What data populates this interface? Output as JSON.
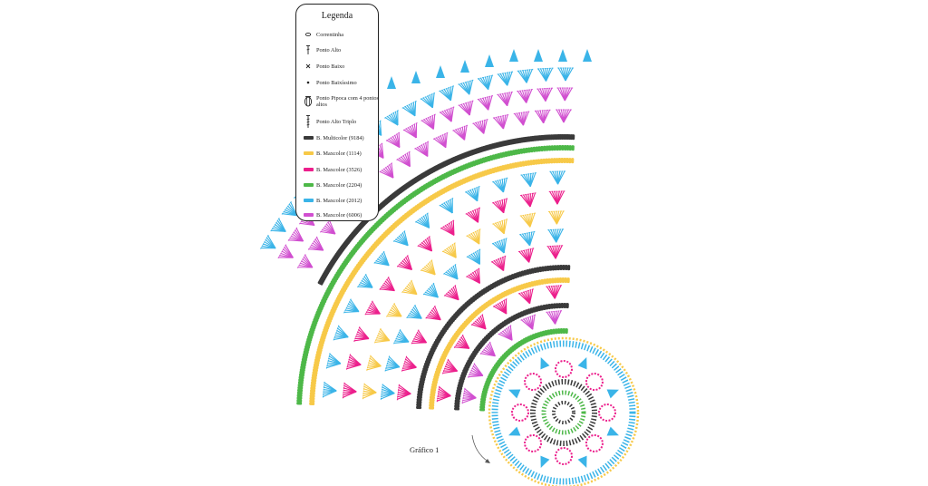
{
  "legend": {
    "title": "Legenda",
    "items": [
      {
        "label": "Correntinha",
        "icon": "chain-stitch-icon"
      },
      {
        "label": "Ponto Alto",
        "icon": "double-crochet-icon"
      },
      {
        "label": "Ponto Baixo",
        "icon": "single-crochet-icon"
      },
      {
        "label": "Ponto Baixíssimo",
        "icon": "slip-stitch-icon"
      },
      {
        "label": "Ponto Pipoca com 4 pontos altos",
        "icon": "popcorn-stitch-icon"
      },
      {
        "label": "Ponto Alto Triplo",
        "icon": "treble-crochet-icon"
      },
      {
        "label": "B. Multicolor (9184)",
        "color": "#3a3a3a"
      },
      {
        "label": "B. Maxcolor (1114)",
        "color": "#f7c948"
      },
      {
        "label": "B. Maxcolor (3526)",
        "color": "#ec1f8c"
      },
      {
        "label": "B. Maxcolor (2204)",
        "color": "#4db848"
      },
      {
        "label": "B. Maxcolor (2012)",
        "color": "#3ab4e8"
      },
      {
        "label": "B. Maxcolor (6006)",
        "color": "#d14fd0"
      }
    ]
  },
  "caption": "Gráfico 1"
}
